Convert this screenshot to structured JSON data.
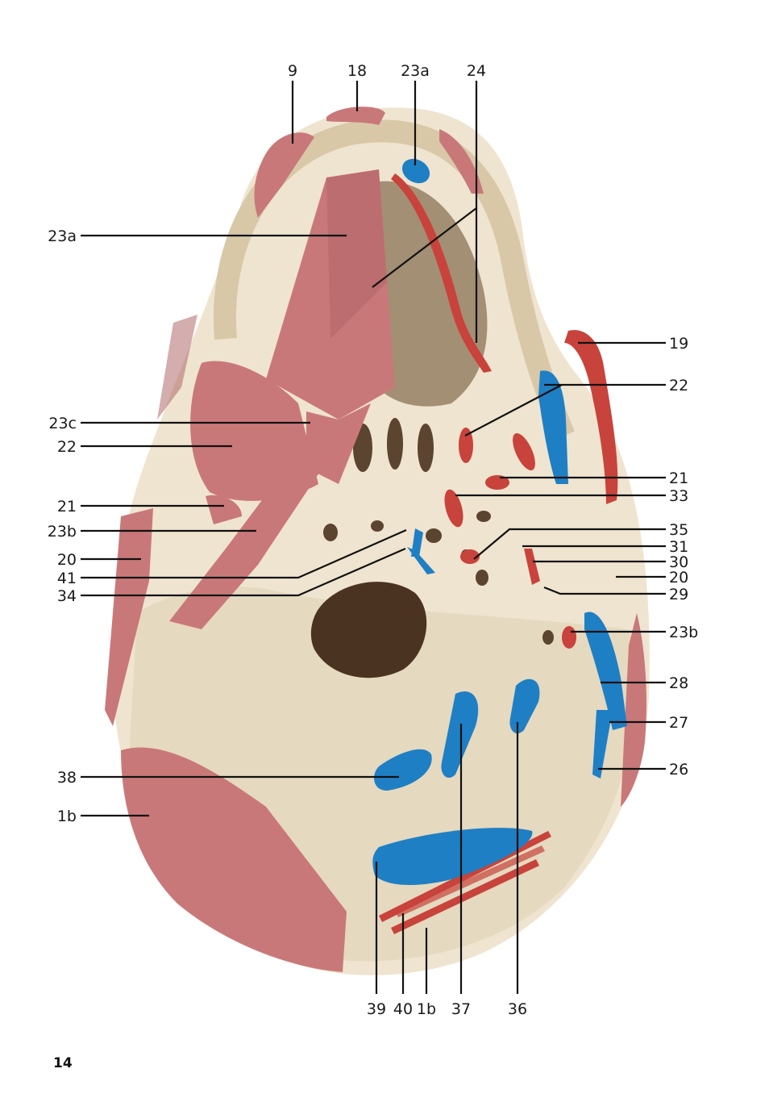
{
  "page": {
    "number": "14"
  },
  "labels": {
    "top": [
      "9",
      "18",
      "23a",
      "24"
    ],
    "left": [
      "23a",
      "23c",
      "22",
      "21",
      "23b",
      "20",
      "41",
      "34",
      "38",
      "1b"
    ],
    "right": [
      "19",
      "22",
      "21",
      "33",
      "35",
      "31",
      "30",
      "20",
      "29",
      "23b",
      "28",
      "27",
      "26"
    ],
    "bottom": [
      "39",
      "40",
      "1b",
      "37",
      "36"
    ]
  },
  "colors": {
    "bone": "#efe4cf",
    "bone_shadow": "#ddcfb4",
    "muscle": "#c9787a",
    "muscle_dark": "#a95c5e",
    "vessel_red": "#c8433b",
    "vessel_blue": "#1f7fc4",
    "cavity": "#4a3320"
  }
}
